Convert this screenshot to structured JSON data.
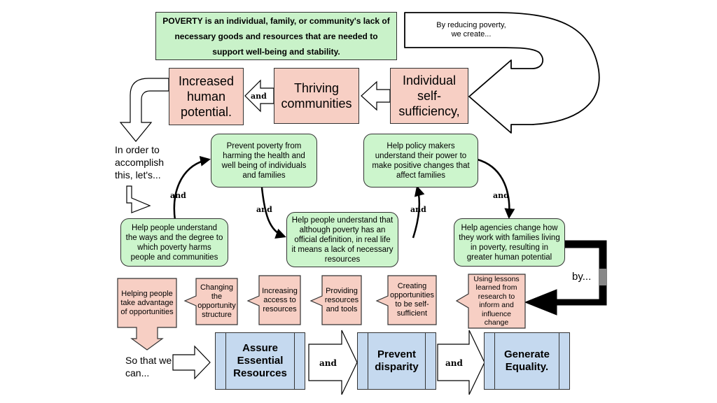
{
  "definition": {
    "term": "POVERTY",
    "rest": " is an individual, family, or community's lack of necessary goods and resources that are needed to support well-being and stability."
  },
  "loop_text": "By reducing poverty, we create...",
  "outcomes": {
    "individual": "Individual self-sufficiency,",
    "communities": "Thriving communities",
    "potential": "Increased human potential."
  },
  "connector": "and",
  "in_order": "In order to accomplish this, let's...",
  "goals": {
    "prevent_harm": "Prevent poverty from harming the health and well being of individuals and families",
    "policy": "Help policy makers understand their power to make positive changes that affect families",
    "understand_harm": "Help people understand the ways and the degree to which poverty harms people and communities",
    "definition": "Help people understand that although poverty has an official definition, in real life it means a lack of necessary resources",
    "agencies": "Help agencies change how they work with families living in poverty, resulting in greater human potential"
  },
  "by_text": "by...",
  "steps": [
    "Using lessons learned from research to inform and influence change",
    "Creating opportunities to be self-sufficient",
    "Providing resources and tools",
    "Increasing access to resources",
    "Changing the opportunity structure",
    "Helping people take advantage of opportunities"
  ],
  "so_that": "So that we can...",
  "final": [
    "Assure Essential Resources",
    "Prevent disparity",
    "Generate Equality."
  ]
}
